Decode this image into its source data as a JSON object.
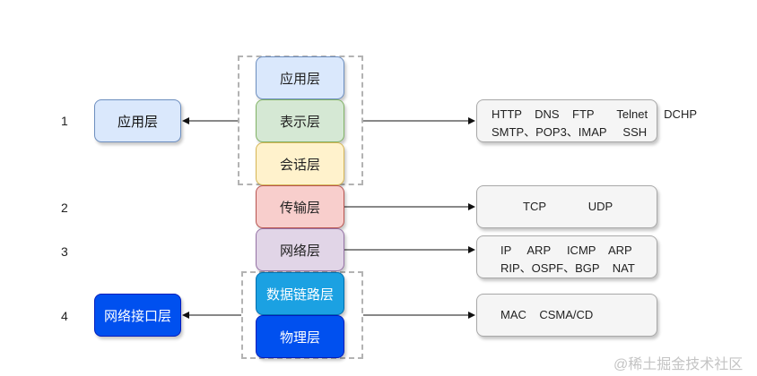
{
  "numbers": [
    "1",
    "2",
    "3",
    "4"
  ],
  "osi_layers": [
    {
      "label": "应用层",
      "fill": "#dae8fc",
      "stroke": "#6c8ebf"
    },
    {
      "label": "表示层",
      "fill": "#d5e8d4",
      "stroke": "#82b366"
    },
    {
      "label": "会话层",
      "fill": "#fff2cc",
      "stroke": "#d6b656"
    },
    {
      "label": "传输层",
      "fill": "#f8cecc",
      "stroke": "#b85450"
    },
    {
      "label": "网络层",
      "fill": "#e1d5e7",
      "stroke": "#9673a6"
    },
    {
      "label": "数据链路层",
      "fill": "#1ba1e2",
      "stroke": "#006eaf"
    },
    {
      "label": "物理层",
      "fill": "#0050ef",
      "stroke": "#001dbc"
    }
  ],
  "tcpip_layers": [
    {
      "label": "应用层",
      "fill": "#dae8fc",
      "stroke": "#6c8ebf"
    },
    {
      "label": "网络接口层",
      "fill": "#0050ef",
      "stroke": "#001dbc"
    }
  ],
  "protocols": {
    "application": [
      "HTTP    DNS    FTP       Telnet     DCHP",
      "SMTP、POP3、IMAP     SSH"
    ],
    "transport": [
      "TCP             UDP"
    ],
    "network": [
      "IP     ARP     ICMP    ARP",
      "RIP、OSPF、BGP    NAT"
    ],
    "link": [
      "MAC    CSMA/CD"
    ]
  },
  "watermark": "@稀土掘金技术社区"
}
